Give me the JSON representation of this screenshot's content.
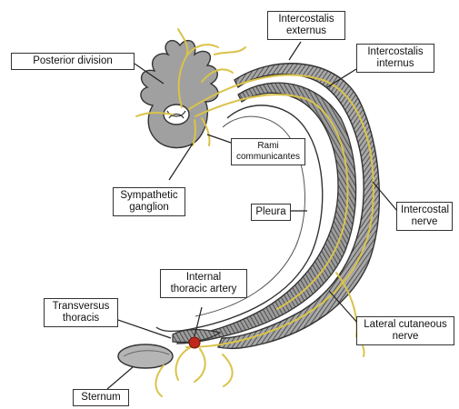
{
  "diagram": {
    "colors": {
      "nerve": "#d9c34a",
      "outline": "#333333",
      "hatch": "#555555",
      "bone_fill": "#bdbdbd",
      "muscle_fill": "#9a9a9a",
      "artery": "#c0281c",
      "background": "#ffffff"
    },
    "labels": {
      "posterior_division": "Posterior division",
      "intercostalis_externus": [
        "Intercostalis",
        "externus"
      ],
      "intercostalis_internus": [
        "Intercostalis",
        "internus"
      ],
      "rami_communicantes": [
        "Rami",
        "communicantes"
      ],
      "sympathetic_ganglion": [
        "Sympathetic",
        "ganglion"
      ],
      "pleura": "Pleura",
      "intercostal_nerve": [
        "Intercostal",
        "nerve"
      ],
      "internal_thoracic_artery": [
        "Internal",
        "thoracic artery"
      ],
      "transversus_thoracis": [
        "Transversus",
        "thoracis"
      ],
      "lateral_cutaneous_nerve": [
        "Lateral cutaneous",
        "nerve"
      ],
      "sternum": "Sternum"
    }
  }
}
